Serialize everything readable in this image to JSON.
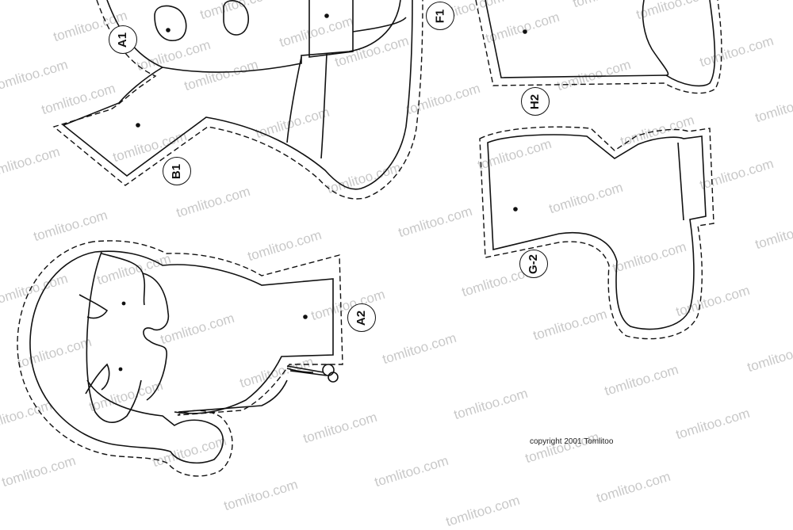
{
  "watermark": {
    "text": "tomlitoo.com",
    "color": "#c8c8c8"
  },
  "pieces": [
    {
      "id": "A1",
      "label": "A1"
    },
    {
      "id": "B1",
      "label": "B1"
    },
    {
      "id": "F1",
      "label": "F1"
    },
    {
      "id": "H2",
      "label": "H2"
    },
    {
      "id": "G2",
      "label": "G-2"
    },
    {
      "id": "A2",
      "label": "A2"
    }
  ],
  "copyright": "copyright 2001 Tomlitoo",
  "icons": {
    "scissors": "scissors-icon"
  }
}
